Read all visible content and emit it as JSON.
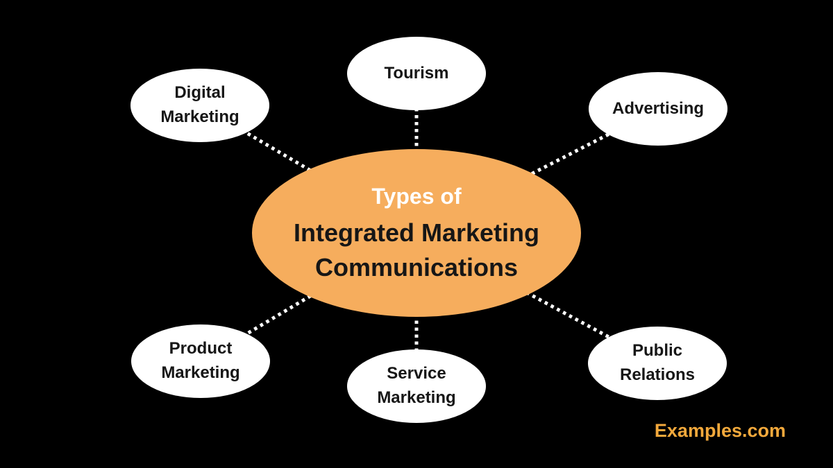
{
  "page": {
    "background_color": "#000000"
  },
  "center": {
    "title_line1": "Types of",
    "title_line2": "Integrated Marketing Communications",
    "fill_color": "#F6AD5D",
    "title_line1_color": "#FFFFFF",
    "title_line2_color": "#161616"
  },
  "nodes": [
    {
      "id": "digital-marketing",
      "label": "Digital Marketing"
    },
    {
      "id": "tourism",
      "label": "Tourism"
    },
    {
      "id": "advertising",
      "label": "Advertising"
    },
    {
      "id": "product-marketing",
      "label": "Product Marketing"
    },
    {
      "id": "service-marketing",
      "label": "Service Marketing"
    },
    {
      "id": "public-relations",
      "label": "Public Relations"
    }
  ],
  "connectors": {
    "style": "dotted",
    "color": "#FFFFFF"
  },
  "watermark": {
    "text": "Examples.com",
    "color": "#F3A93C"
  }
}
